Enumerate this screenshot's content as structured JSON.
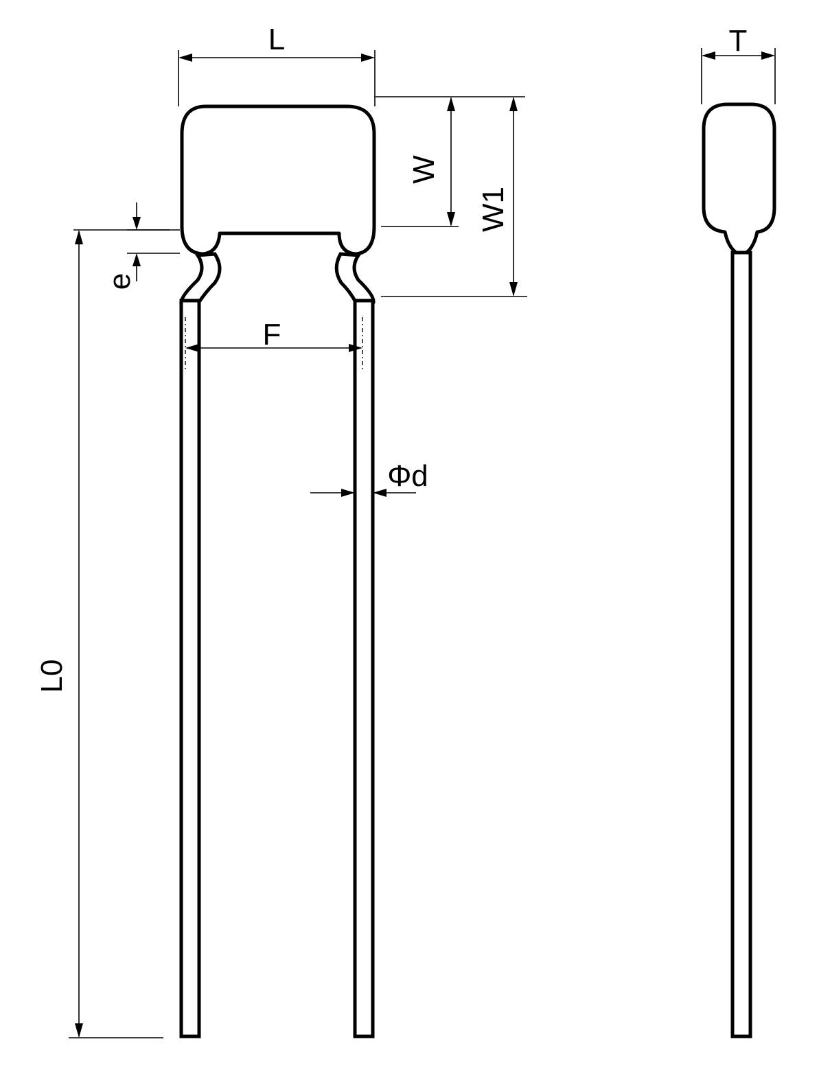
{
  "labels": {
    "L": "L",
    "W": "W",
    "W1": "W1",
    "e": "e",
    "F": "F",
    "phi_d": "Φd",
    "L0": "L0",
    "T": "T"
  }
}
